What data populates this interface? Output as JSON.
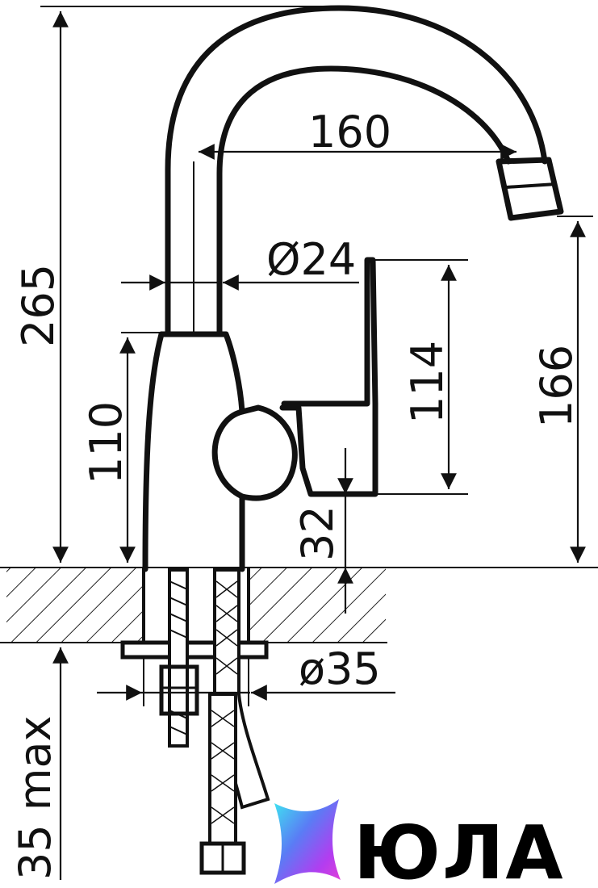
{
  "dimensions": {
    "total_height": "265",
    "spout_reach": "160",
    "spout_diameter": "Ø24",
    "lever_height": "114",
    "body_height": "110",
    "spout_height": "166",
    "lever_clearance": "32",
    "base_diameter": "ø35",
    "counter_thickness": "35 max"
  },
  "logo": {
    "text": "ЮЛА",
    "colors": [
      "#3ee6f0",
      "#5a7cf5",
      "#b23df0",
      "#e23fd6"
    ]
  }
}
